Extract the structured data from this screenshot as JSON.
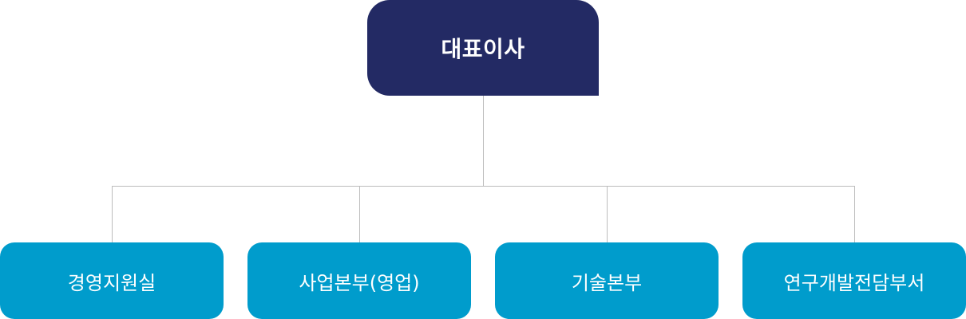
{
  "colors": {
    "root": "#232a64",
    "child": "#009ccc",
    "connector": "#bdbdbd"
  },
  "org": {
    "root": {
      "label": "대표이사"
    },
    "children": [
      {
        "label": "경영지원실"
      },
      {
        "label": "사업본부(영업)"
      },
      {
        "label": "기술본부"
      },
      {
        "label": "연구개발전담부서"
      }
    ]
  }
}
